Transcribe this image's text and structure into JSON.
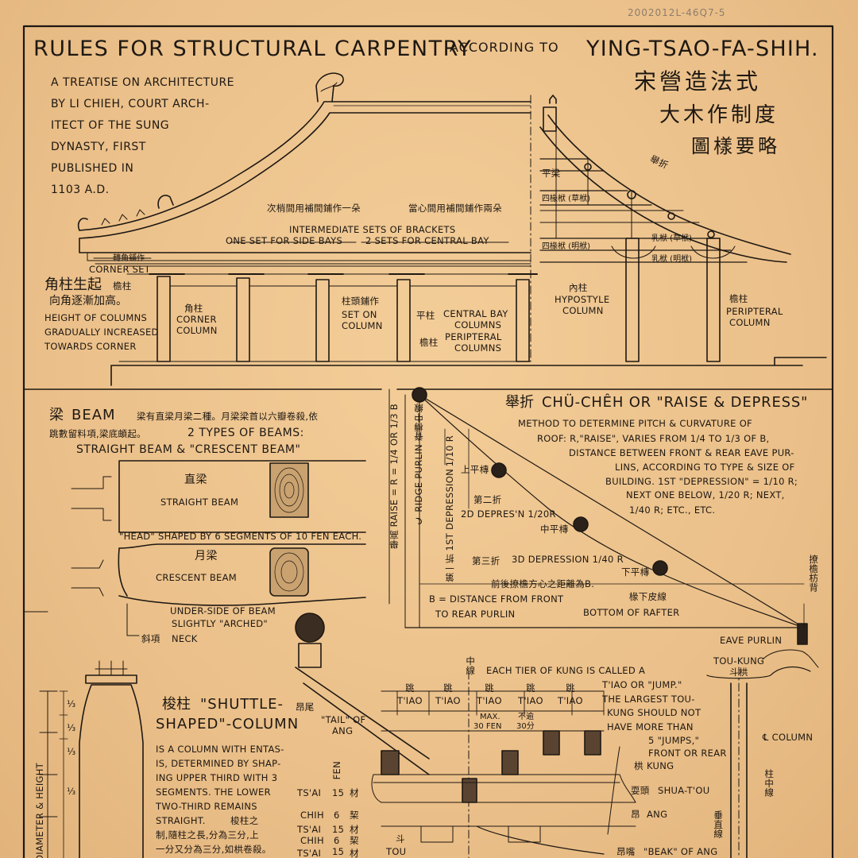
{
  "archive_stamp": "2002012L-46Q7-5",
  "title": {
    "line1": "RULES FOR STRUCTURAL CARPENTRY",
    "line2": "ACCORDING TO",
    "line3": "YING-TSAO-FA-SHIH."
  },
  "chinese_title": {
    "main": "宋營造法式",
    "sub1": "大木作制度",
    "sub2": "圖樣要略"
  },
  "treatise_lines": [
    "A TREATISE ON ARCHITECTURE",
    "BY LI CHIEH, COURT ARCH-",
    "ITECT OF THE SUNG",
    "DYNASTY, FIRST",
    "PUBLISHED IN",
    "1103 A.D."
  ],
  "elevation": {
    "cn_left_note": "次梢間用補間鋪作一朵",
    "cn_right_note": "當心間用補間鋪作兩朵",
    "intermediate": "INTERMEDIATE SETS OF BRACKETS",
    "side_bays": "ONE SET FOR SIDE BAYS",
    "central_bay": "2 SETS FOR CENTRAL BAY",
    "corner_cn": "轉角鋪作",
    "corner_set": "CORNER SET",
    "rise_cn1": "角柱生起",
    "rise_cn_col": "檐柱",
    "rise_cn2": "向角逐漸加高。",
    "rise_en": [
      "HEIGHT OF COLUMNS",
      "GRADUALLY INCREASED",
      "TOWARDS CORNER"
    ],
    "corner_column_cn": "角柱",
    "corner_column": [
      "CORNER",
      "COLUMN"
    ],
    "set_on_column_cn": "柱頭鋪作",
    "set_on_column": [
      "SET ON",
      "COLUMN"
    ],
    "central_bay_cn": "平柱",
    "central_bay_columns": [
      "CENTRAL BAY",
      "COLUMNS"
    ],
    "peripteral_cn": "檐柱",
    "peripteral_columns": [
      "PERIPTERAL",
      "COLUMNS"
    ]
  },
  "section": {
    "juzhe": "舉折",
    "pingliang": "平梁",
    "beam4a": "四椽栿 (草栿)",
    "beam2a": "乳栿 (草栿)",
    "beam4b": "四椽栿 (明栿)",
    "beam2b": "乳栿 (明栿)",
    "inner_column_cn": "內柱",
    "inner_column": [
      "HYPOSTYLE",
      "COLUMN"
    ],
    "outer_column_cn": "檐柱",
    "outer_column": [
      "PERIPTERAL",
      "COLUMN"
    ]
  },
  "beam_panel": {
    "heading_cn": "梁",
    "heading": "BEAM",
    "cn_line1": "梁有直梁月梁二種。月梁梁首以六瓣卷殺,依",
    "cn_line2": "跳數留料項,梁底頔起。",
    "types": "2 TYPES OF BEAMS:",
    "types2": "STRAIGHT BEAM & \"CRESCENT BEAM\"",
    "straight_cn": "直梁",
    "straight": "STRAIGHT BEAM",
    "head_note": "\"HEAD\" SHAPED BY 6 SEGMENTS OF 10 FEN EACH.",
    "crescent_cn": "月梁",
    "crescent": "CRESCENT BEAM",
    "underside": [
      "UNDER-SIDE OF BEAM",
      "SLIGHTLY \"ARCHED\""
    ],
    "neck_cn": "斜項",
    "neck": "NECK"
  },
  "raise_panel": {
    "heading_cn": "舉折",
    "heading": "CHÜ-CHÊH OR \"RAISE & DEPRESS\"",
    "desc": [
      "METHOD TO DETERMINE PITCH & CURVATURE OF",
      "ROOF: R,\"RAISE\", VARIES FROM 1/4 TO 1/3 OF B,",
      "DISTANCE BETWEEN FRONT & REAR EAVE PUR-",
      "LINS, ACCORDING TO TYPE & SIZE OF",
      "BUILDING. 1ST \"DEPRESSION\" = 1/10 R;",
      "NEXT ONE BELOW, 1/20 R; NEXT,",
      "1/40 R; ETC., ETC."
    ],
    "raise_vert": "舉高 RAISE = R = 1/4 OR 1/3 B",
    "ridge_vert": "℄ RIDGE PURLIN 脊槫中線",
    "first_vert": "第一折 1ST DEPRESSION",
    "tenth_r": "1/10 R",
    "upper_purlin": "上平槫",
    "second_cn": "第二折",
    "second": "2D DEPRES'N 1/20R",
    "mid_purlin": "中平槫",
    "third_cn": "第三折",
    "third": "3D DEPRESSION 1/40 R",
    "lower_purlin": "下平槫",
    "b_cn": "前後撩檐方心之距離為B.",
    "b_def": [
      "B = DISTANCE FROM FRONT",
      "TO REAR PURLIN"
    ],
    "rafter_cn": "椽下皮線",
    "rafter": "BOTTOM OF RAFTER",
    "eave_purlin_cn": "撩檐枋背",
    "eave_purlin": "EAVE PURLIN"
  },
  "column_panel": {
    "heading_cn": "梭柱",
    "heading1": "\"SHUTTLE-",
    "heading2": "SHAPED\"-COLUMN",
    "desc": [
      "IS A COLUMN WITH ENTAS-",
      "IS, DETERMINED BY SHAP-",
      "ING UPPER THIRD WITH 3",
      "SEGMENTS. THE LOWER",
      "TWO-THIRD REMAINS",
      "STRAIGHT."
    ],
    "desc_cn": [
      "梭柱之",
      "制,隨柱之長,分為三分,上",
      "一分又分為三分,如栱卷殺。"
    ],
    "side_label": "DIAMETER & HEIGHT",
    "fractions": [
      "⅓",
      "⅓",
      "⅓",
      "⅓"
    ]
  },
  "bracket_panel": {
    "tail_cn": "昂尾",
    "tail": [
      "\"TAIL\" OF",
      "ANG"
    ],
    "center_line_cn": "中線",
    "tiao_cn": "跳",
    "tiao": "T'IAO",
    "max_label": [
      "MAX.",
      "30 FEN"
    ],
    "max_cn": [
      "不逾",
      "30分"
    ],
    "tsai_cn": "材",
    "tsai": "TS'AI",
    "chih_cn": "栔",
    "chih": "CHIH",
    "fen_label": "FEN",
    "fen_values": [
      "15",
      "6",
      "15",
      "6",
      "15"
    ],
    "tou_cn": "斗",
    "tou": "TOU",
    "tier_note": [
      "EACH TIER OF KUNG IS CALLED A",
      "T'IAO OR \"JUMP.\"",
      "THE LARGEST TOU-",
      "KUNG SHOULD NOT",
      "HAVE MORE THAN",
      "5 \"JUMPS,\"",
      "FRONT OR REAR"
    ],
    "toukung_cn": "斗栱",
    "toukung": "TOU-KUNG",
    "col_cl": "℄ COLUMN",
    "col_cl_cn": "柱中線",
    "vert_cl_cn": "垂直線",
    "kung_cn": "栱",
    "kung": "KUNG",
    "shuatou_cn": "耍頭",
    "shuatou": "SHUA-T'OU",
    "ang_cn": "昂",
    "ang": "ANG",
    "beak_cn": "昂嘴",
    "beak": "\"BEAK\" OF ANG"
  }
}
